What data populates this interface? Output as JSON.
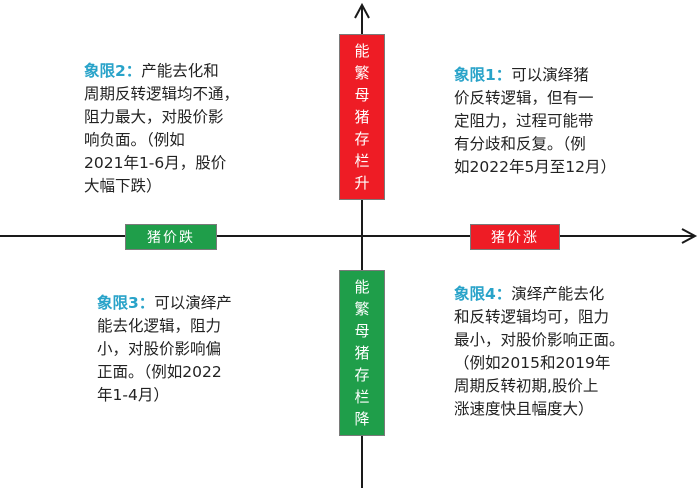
{
  "axis_labels": {
    "top": [
      "能",
      "繁",
      "母",
      "猪",
      "存",
      "栏",
      "升"
    ],
    "bottom": [
      "能",
      "繁",
      "母",
      "猪",
      "存",
      "栏",
      "降"
    ],
    "left": "猪价跌",
    "right": "猪价涨"
  },
  "quadrants": {
    "q1": {
      "title": "象限1：",
      "lines": [
        "可以演绎猪",
        "价反转逻辑，但有一",
        "定阻力，过程可能带",
        "有分歧和反复。（例",
        "如2022年5月至12月）"
      ]
    },
    "q2": {
      "title": "象限2：",
      "lines": [
        "产能去化和",
        "周期反转逻辑均不通，",
        "阻力最大，对股价影",
        "响负面。（例如",
        "2021年1-6月，股价",
        "大幅下跌）"
      ]
    },
    "q3": {
      "title": "象限3：",
      "lines": [
        "可以演绎产",
        "能去化逻辑，阻力",
        "小，对股价影响偏",
        "正面。（例如2022",
        "年1-4月）"
      ]
    },
    "q4": {
      "title": "象限4：",
      "lines": [
        "演绎产能去化",
        "和反转逻辑均可，阻力",
        "最小，对股价影响正面。",
        "（例如2015和2019年",
        "周期反转初期,股价上",
        "涨速度快且幅度大）"
      ]
    }
  },
  "colors": {
    "red_box": "#ee1c25",
    "green_box": "#1f9e4a",
    "title_blue": "#29a3c9",
    "axis": "#1a1a1a"
  }
}
